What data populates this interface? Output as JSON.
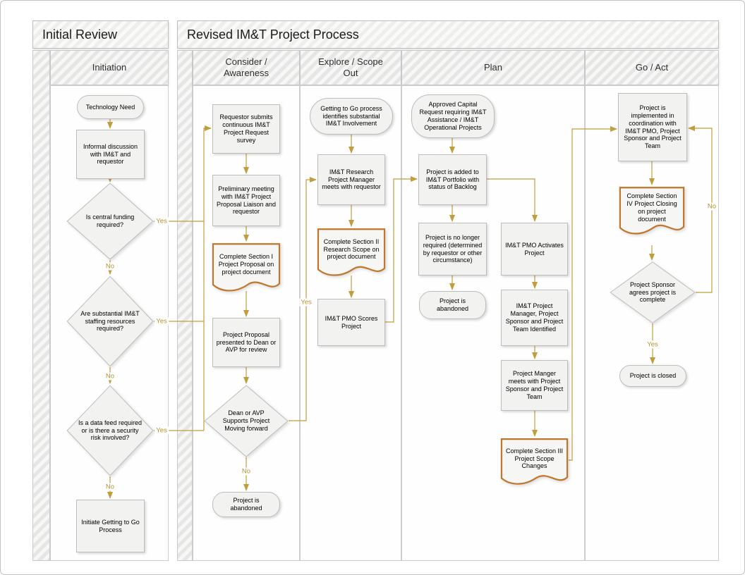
{
  "titles": {
    "left_group": "Initial Review",
    "main_group": "Revised IM&T Project Process"
  },
  "lanes": {
    "initiation": "Initiation",
    "consider": "Consider / Awareness",
    "explore": "Explore / Scope Out",
    "plan": "Plan",
    "go_act": "Go / Act"
  },
  "edge_labels": {
    "yes": "Yes",
    "no": "No"
  },
  "nodes": {
    "tech_need": {
      "type": "terminator",
      "text": "Technology Need"
    },
    "informal": {
      "type": "process",
      "text": "Informal discussion with IM&T and requestor"
    },
    "d_funding": {
      "type": "decision",
      "text": "Is central funding required?"
    },
    "d_staffing": {
      "type": "decision",
      "text": "Are substantial IM&T staffing resources required?"
    },
    "d_datafeed": {
      "type": "decision",
      "text": "Is a data feed required or is there a security risk involved?"
    },
    "initiate_g2g": {
      "type": "process",
      "text": "Initiate Getting to Go Process"
    },
    "survey": {
      "type": "process",
      "text": "Requestor submits continuous IM&T Project Request survey"
    },
    "prelim": {
      "type": "process",
      "text": "Preliminary meeting with IM&T Project Proposal Liaison and requestor"
    },
    "doc_section1": {
      "type": "document",
      "text": "Complete Section I Project Proposal on project document"
    },
    "present": {
      "type": "process",
      "text": "Project Proposal presented to Dean or AVP for review"
    },
    "d_dean": {
      "type": "decision",
      "text": "Dean or AVP Supports Project Moving forward"
    },
    "abandoned1": {
      "type": "terminator",
      "text": "Project is abandoned"
    },
    "g2g_identifies": {
      "type": "terminator",
      "text": "Getting to Go process identifies substantial IM&T Involvement"
    },
    "research_pm": {
      "type": "process",
      "text": "IM&T Research Project Manager meets with requestor"
    },
    "doc_section2": {
      "type": "document",
      "text": "Complete Section II Research Scope on project document"
    },
    "pmo_scores": {
      "type": "process",
      "text": "IM&T PMO Scores Project"
    },
    "capital_request": {
      "type": "terminator",
      "text": "Approved Capital Request requiring IM&T Assistance / IM&T Operational Projects"
    },
    "portfolio": {
      "type": "process",
      "text": "Project is added to IM&T Portfolio with status of Backlog"
    },
    "no_longer": {
      "type": "process",
      "text": "Project is no longer required (determined by requestor or other circumstance)"
    },
    "abandoned2": {
      "type": "terminator",
      "text": "Project is abandoned"
    },
    "pmo_activates": {
      "type": "process",
      "text": "IM&T PMO Activates Project"
    },
    "team_identified": {
      "type": "process",
      "text": "IM&T Project Manager, Project Sponsor and Project Team Identified"
    },
    "pm_meets": {
      "type": "process",
      "text": "Project Manger meets with Project Sponsor and Project Team"
    },
    "doc_section3": {
      "type": "document",
      "text": "Complete Section III Project Scope Changes"
    },
    "implemented": {
      "type": "process",
      "text": "Project is implemented in coordination with IM&T PMO, Project Sponsor and Project Team"
    },
    "doc_section4": {
      "type": "document",
      "text": "Complete Section IV Project Closing on project document"
    },
    "d_sponsor": {
      "type": "decision",
      "text": "Project Sponsor agrees project is complete"
    },
    "closed": {
      "type": "terminator",
      "text": "Project is closed"
    }
  },
  "colors": {
    "connector": "#C29D3C",
    "edge_label": "#B5922F",
    "document_border": "#C0762C",
    "shape_fill": "#F2F2F1",
    "shape_border": "#BDBDBD",
    "lane_header_fill": "#EDEDEC"
  }
}
